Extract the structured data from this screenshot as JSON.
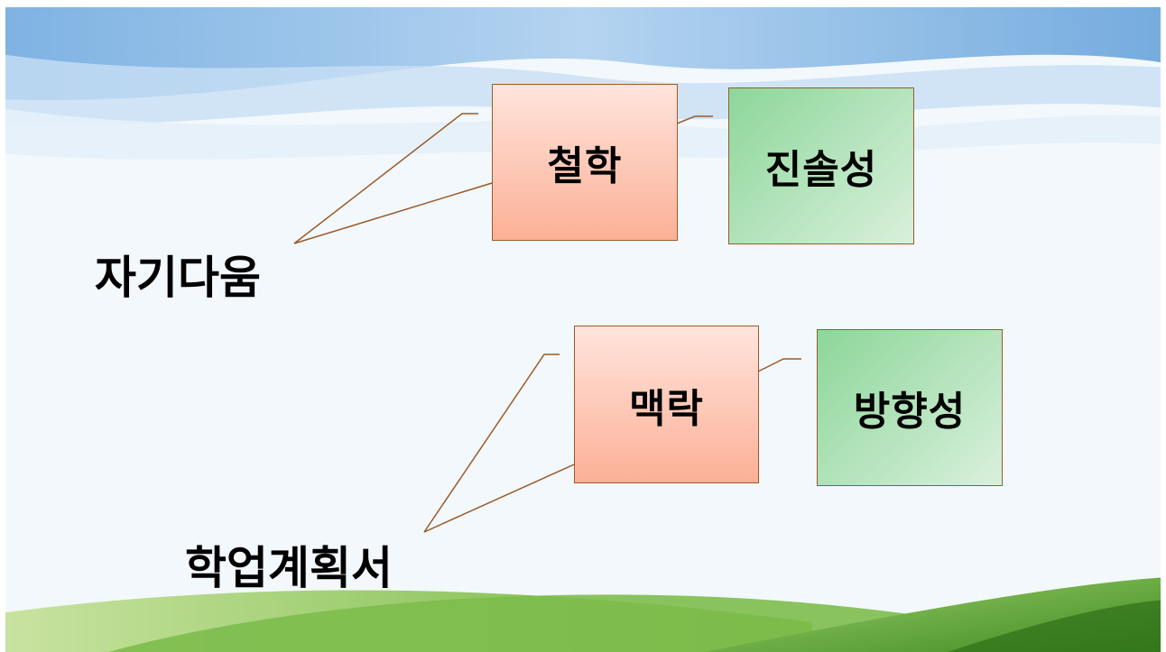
{
  "slide": {
    "terms": [
      {
        "id": "term-self",
        "text": "자기다움"
      },
      {
        "id": "term-plan",
        "text": "학업계획서"
      }
    ],
    "boxes": [
      {
        "id": "philosophy",
        "text": "철학",
        "style": "orange"
      },
      {
        "id": "sincerity",
        "text": "진솔성",
        "style": "green"
      },
      {
        "id": "context",
        "text": "맥락",
        "style": "orange"
      },
      {
        "id": "direction",
        "text": "방향성",
        "style": "green"
      }
    ]
  },
  "colors": {
    "orange_box_top": "#ffe4dc",
    "orange_box_bottom": "#fcb096",
    "green_box": "#8dd69a",
    "connector": "#9a5a2a",
    "sky": "#8fbde8",
    "hill": "#4e9a2a"
  }
}
